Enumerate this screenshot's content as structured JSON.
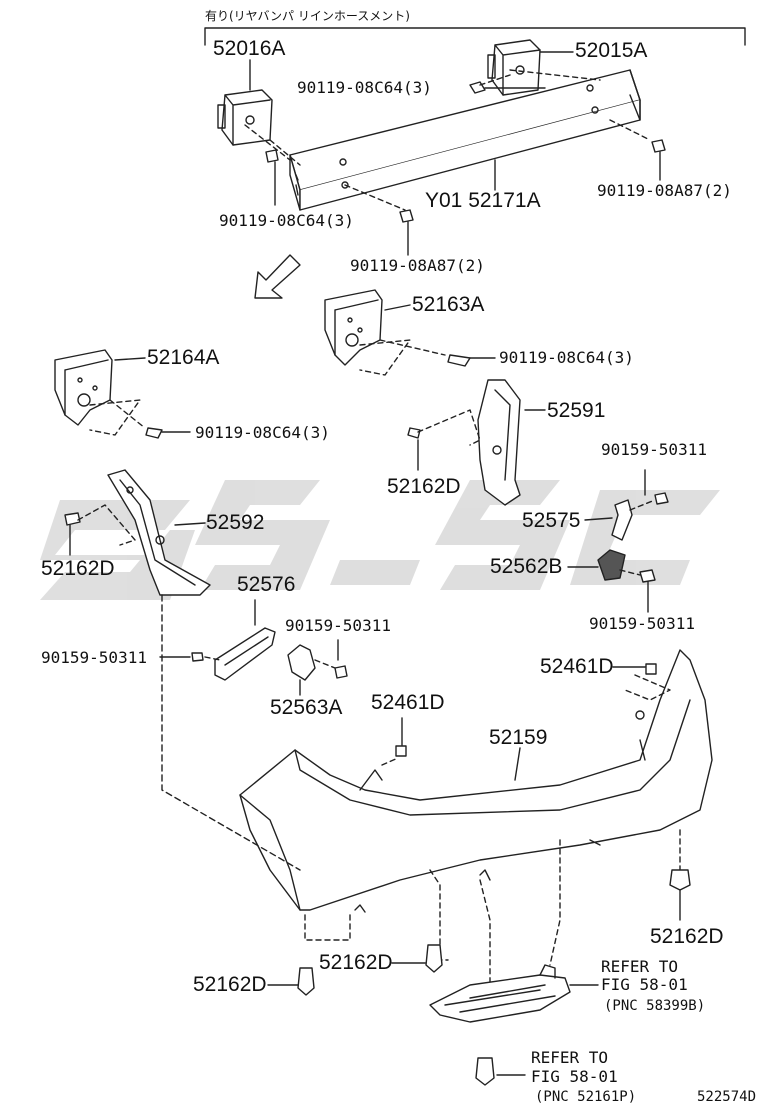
{
  "header": {
    "caption": "有り(リヤバンパ リインホースメント)"
  },
  "parts": {
    "p52016A": "52016A",
    "p52015A": "52015A",
    "b1": "90119-08C64(3)",
    "b2": "90119-08C64(3)",
    "b3": "90119-08A87(2)",
    "b4": "90119-08A87(2)",
    "reinf": "Y01 52171A",
    "p52163A": "52163A",
    "b5": "90119-08C64(3)",
    "p52164A": "52164A",
    "b6": "90119-08C64(3)",
    "p52591": "52591",
    "c1": "52162D",
    "s1": "90159-50311",
    "p52575": "52575",
    "p52562B": "52562B",
    "s2": "90159-50311",
    "c2": "52162D",
    "p52592": "52592",
    "p52576": "52576",
    "s3": "90159-50311",
    "s4": "90159-50311",
    "p52563A": "52563A",
    "p52461D_a": "52461D",
    "p52461D_b": "52461D",
    "cover": "52159",
    "c3": "52162D",
    "c4": "52162D",
    "c5": "52162D"
  },
  "refs": {
    "r1_line1": "REFER TO",
    "r1_line2": "FIG 58-01",
    "r1_pnc": "(PNC 58399B)",
    "r2_line1": "REFER TO",
    "r2_line2": "FIG 58-01",
    "r2_pnc": "(PNC 52161P)"
  },
  "figure_id": "522574D",
  "colors": {
    "line": "#222222",
    "watermark": "#d9d9d9"
  }
}
